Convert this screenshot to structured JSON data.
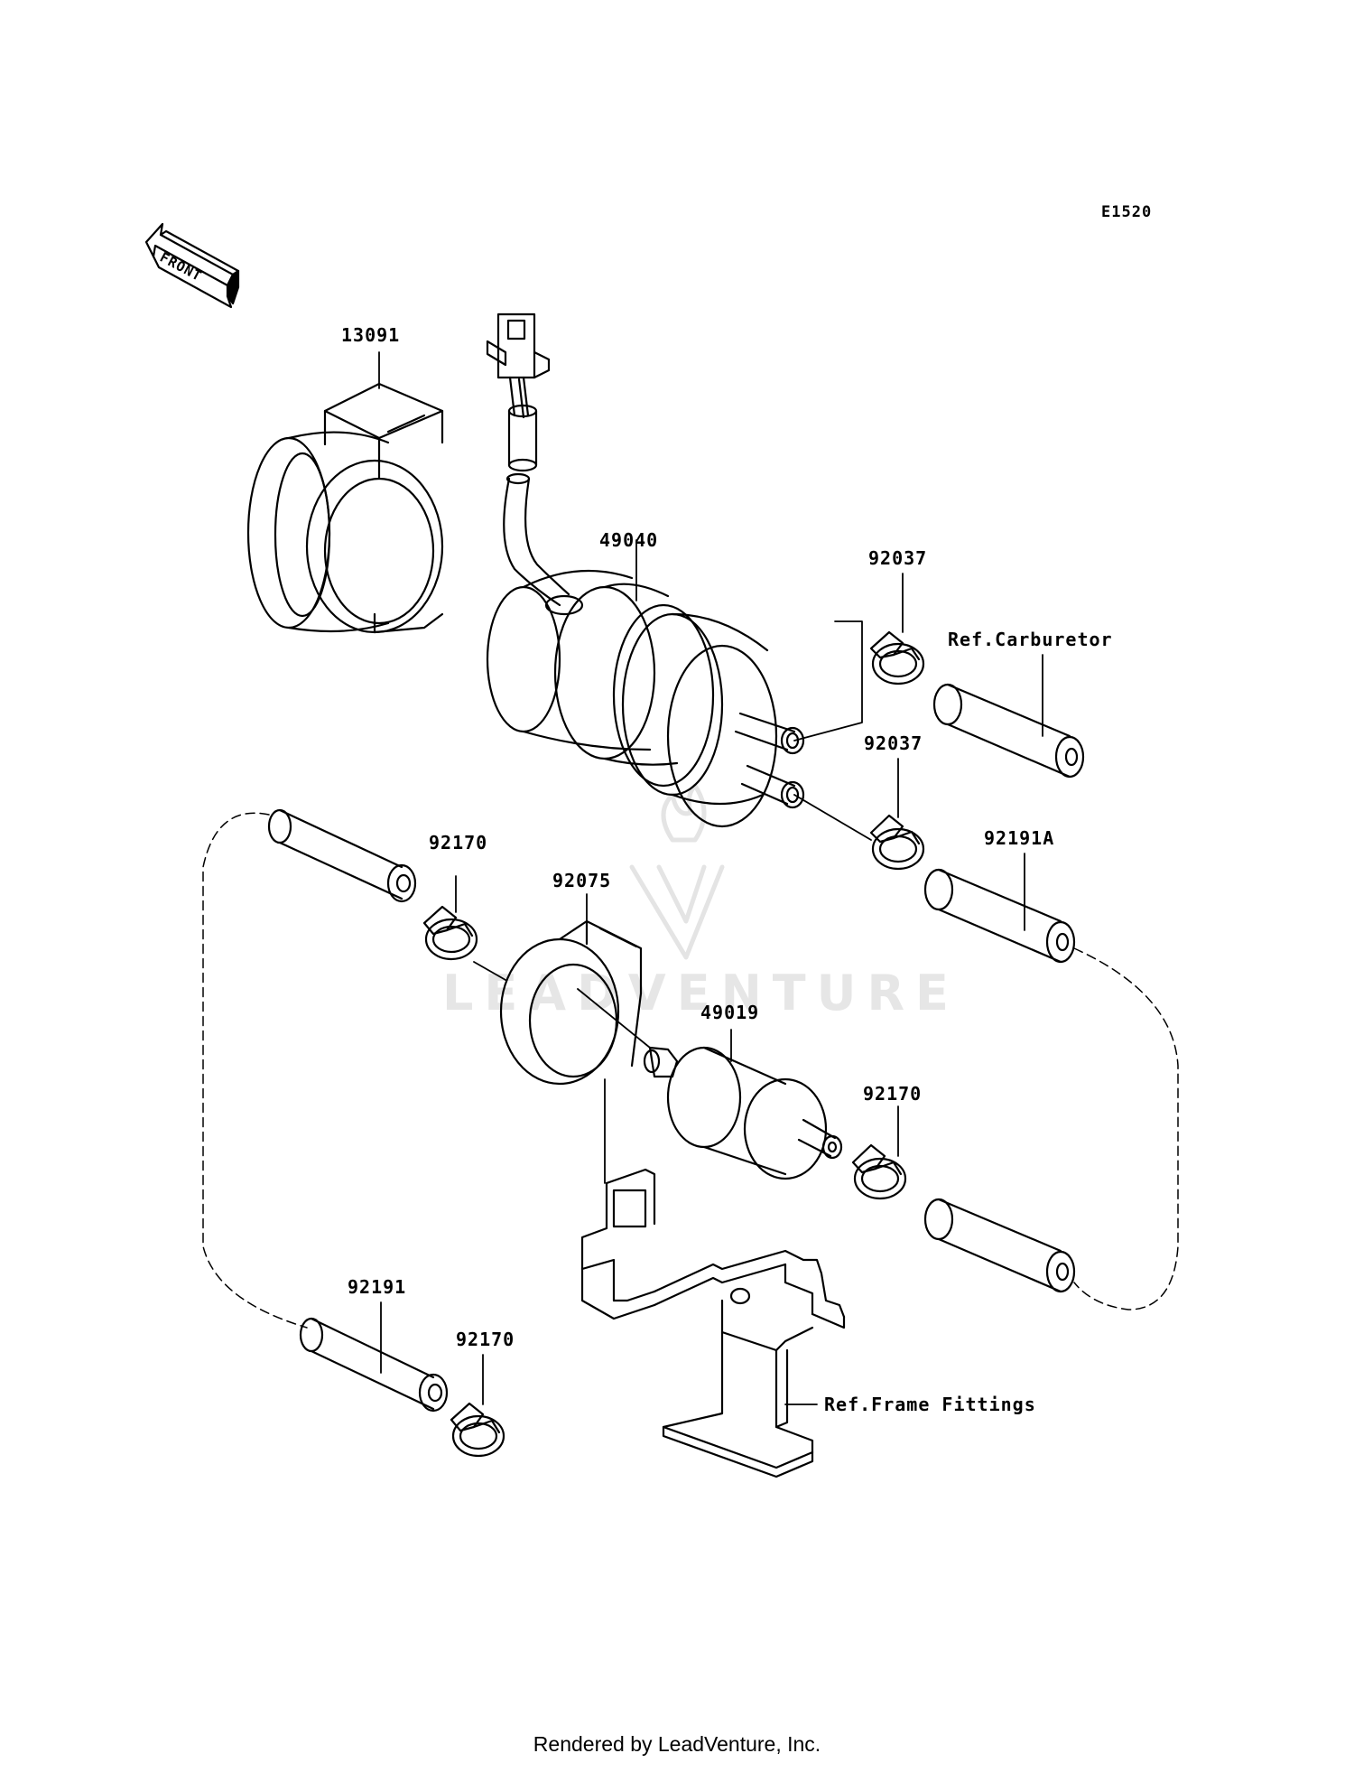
{
  "diagram_code": "E1520",
  "front_label": "FRONT",
  "watermark": "LEADVENTURE",
  "footer": "Rendered by LeadVenture, Inc.",
  "parts": [
    {
      "id": "13091"
    },
    {
      "id": "49040"
    },
    {
      "id": "92037"
    },
    {
      "id": "92037"
    },
    {
      "id": "92191A"
    },
    {
      "id": "92170"
    },
    {
      "id": "92075"
    },
    {
      "id": "49019"
    },
    {
      "id": "92170"
    },
    {
      "id": "92191"
    },
    {
      "id": "92170"
    }
  ],
  "references": {
    "carburetor": "Ref.Carburetor",
    "frame_fittings": "Ref.Frame Fittings"
  },
  "colors": {
    "line": "#000000",
    "background": "#ffffff",
    "watermark": "#e6e6e6"
  }
}
